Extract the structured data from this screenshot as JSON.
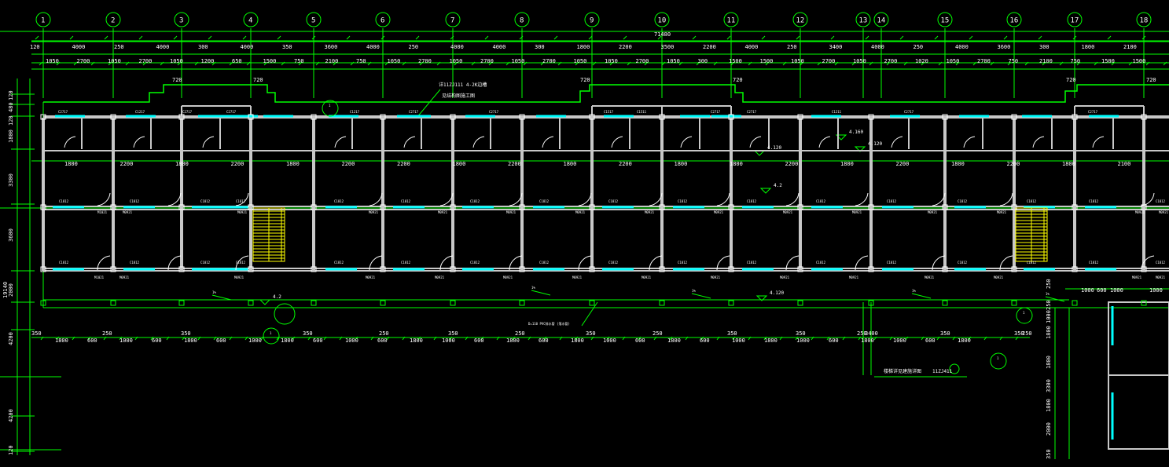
{
  "colors": {
    "background": "#000000",
    "dimension": "#00ff00",
    "wall": "#c8c8c8",
    "window": "#00ffff",
    "stair": "#ffff00",
    "text": "#ffffff"
  },
  "axes": [
    "1",
    "2",
    "3",
    "4",
    "5",
    "6",
    "7",
    "8",
    "9",
    "10",
    "11",
    "12",
    "13",
    "14",
    "15",
    "16",
    "17",
    "18"
  ],
  "dims": {
    "total_top": "71480",
    "row1": [
      "120",
      "4000",
      "250",
      "4000",
      "300",
      "4000",
      "350",
      "3600",
      "4000",
      "250",
      "4000",
      "4000",
      "300",
      "1800",
      "2200",
      "3500",
      "2200",
      "4000",
      "250",
      "3400",
      "4000",
      "250",
      "4000",
      "3600",
      "300",
      "1800",
      "2100"
    ],
    "row2": [
      "1050",
      "2700",
      "1050",
      "2700",
      "1050",
      "1200",
      "650",
      "1500",
      "750",
      "2100",
      "750",
      "1050",
      "2700",
      "1050",
      "2700",
      "1050",
      "2700",
      "1050",
      "1050",
      "2700",
      "1050",
      "300",
      "1500",
      "1500",
      "1050",
      "2700",
      "1050",
      "2700",
      "1020",
      "1050",
      "2700",
      "750",
      "2100",
      "750",
      "1500",
      "1500"
    ],
    "setback": [
      "720",
      "720",
      "720",
      "720",
      "720",
      "720"
    ],
    "interior": [
      "1800",
      "2200",
      "1800",
      "2200",
      "1800",
      "2200",
      "2200",
      "1800",
      "2200",
      "1800",
      "2200",
      "1800",
      "1800",
      "2200",
      "1800",
      "2200",
      "1800",
      "2200",
      "1800",
      "2100"
    ],
    "left_side": [
      "120",
      "480",
      "120",
      "1800",
      "3300",
      "3600",
      "2000",
      "4200",
      "4200",
      "120"
    ],
    "left_total": "19140",
    "bottom_major": [
      "350",
      "250",
      "350",
      "350",
      "250",
      "350",
      "250",
      "350",
      "250",
      "350",
      "350",
      "250",
      "350",
      "3400",
      "350",
      "250"
    ],
    "bottom_minor": [
      "1800",
      "600",
      "1000",
      "600",
      "1800",
      "600",
      "1000",
      "1800",
      "600",
      "1000",
      "600",
      "1800",
      "1000",
      "600",
      "1800",
      "600",
      "1800",
      "1000",
      "600",
      "1800",
      "600",
      "1000",
      "1800",
      "1000",
      "600",
      "1800",
      "1000",
      "600",
      "1800"
    ],
    "right_side": [
      "250",
      "250",
      "1000",
      "1800",
      "1800",
      "3300",
      "1800",
      "2000",
      "350"
    ]
  },
  "doors": [
    "M1021",
    "M0921",
    "M0921",
    "M0921",
    "M0921",
    "M0921",
    "M0921",
    "M0921",
    "M0921",
    "M0921",
    "M0921",
    "M0921",
    "M0921",
    "M0921",
    "M0921",
    "M0921",
    "M1021"
  ],
  "windows_corridor": [
    "C1812",
    "C1812",
    "C1812",
    "C1812",
    "C1812",
    "C1812",
    "C1812",
    "C1812",
    "C1812",
    "C1812",
    "C1812",
    "C1812",
    "C1812",
    "C1812",
    "C1812",
    "C1812",
    "C1812"
  ],
  "windows_top": [
    "C2717",
    "C1217",
    "C2717",
    "C2717",
    "C1217",
    "C2717",
    "C2717",
    "C1517",
    "C1511",
    "C2717",
    "C2717",
    "C1211",
    "C2717",
    "C2717"
  ],
  "levels": [
    "4.120",
    "4.2",
    "4.2",
    "4.120",
    "4.160",
    "4.120",
    "4.2"
  ],
  "slopes": [
    "1%",
    "1%",
    "1%",
    "1%",
    "1%"
  ],
  "section_marks": [
    "1",
    "1",
    "1",
    "1"
  ],
  "annotations": {
    "gutter_note": "详11ZJ111 4-2K边槽",
    "gutter_note2": "见结构图施工图",
    "drain_note": "D=110 PVC排水管 (落水管)",
    "stair_ref": "楼梯详见建施详图",
    "stair_ref_code": "11ZJ411"
  }
}
